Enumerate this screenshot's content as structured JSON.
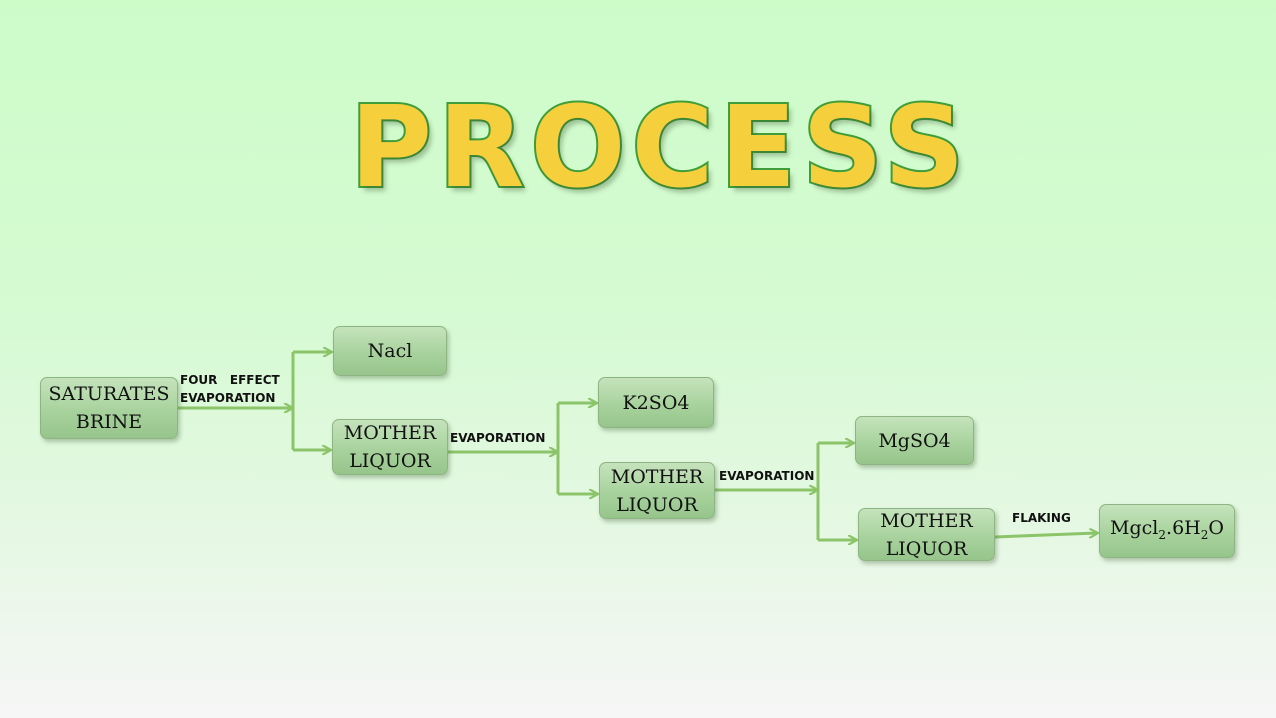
{
  "title": "PROCESS",
  "nodes": {
    "saturates_brine": [
      "SATURATES",
      "BRINE"
    ],
    "nacl": "Nacl",
    "mother_liquor_1": [
      "MOTHER",
      "LIQUOR"
    ],
    "k2so4": "K2SO4",
    "mother_liquor_2": [
      "MOTHER",
      "LIQUOR"
    ],
    "mgso4": "MgSO4",
    "mother_liquor_3": [
      "MOTHER",
      "LIQUOR"
    ],
    "mgcl2": {
      "a": "Mgcl",
      "sub1": "2",
      "b": ".6H",
      "sub2": "2",
      "c": "O"
    }
  },
  "edges": {
    "four_effect": [
      "FOUR   EFFECT",
      "EVAPORATION"
    ],
    "evaporation_1": "EVAPORATION",
    "evaporation_2": "EVAPORATION",
    "flaking": "FLAKING"
  },
  "colors": {
    "arrow": "#8cc46a",
    "box_fill": "#a8d29d",
    "title_fill": "#f6cf3c",
    "title_outline": "#3f9e3a"
  }
}
